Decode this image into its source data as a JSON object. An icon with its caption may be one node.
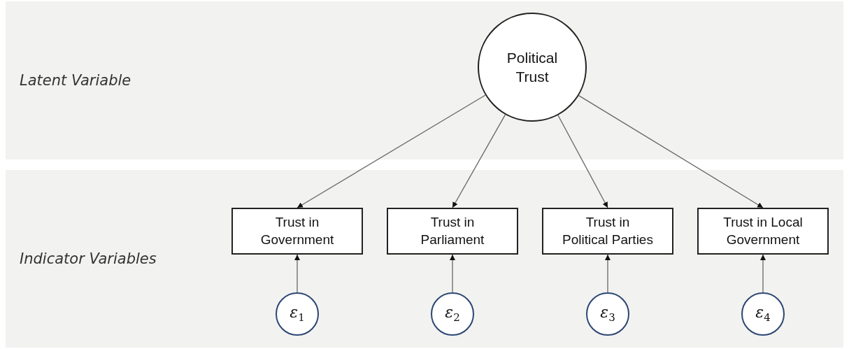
{
  "diagram": {
    "nodes": [
      {
        "text": [
          "Latent Variable"
        ]
      },
      {
        "text": [
          "Political Trust"
        ],
        "in": 0
      },
      {
        "text": [
          "Indicator Variables"
        ]
      },
      {
        "text": [
          "Trust in Government"
        ],
        "in": 2
      },
      {
        "text": [
          "Trust in Parliament"
        ],
        "in": 2
      },
      {
        "text": [
          "Trust in Political Parties"
        ],
        "in": 2
      },
      {
        "text": [
          "Trust in Local Government"
        ],
        "in": 2
      },
      {
        "text": [
          "*ε*$_{1}$"
        ],
        "in": 2
      },
      {
        "text": [
          "*ε*$_{2}$"
        ],
        "in": 2
      },
      {
        "text": [
          "*ε*$_{3}$"
        ],
        "in": 2
      },
      {
        "text": [
          "*ε*$_{4}$"
        ],
        "in": 2
      }
    ],
    "edges": [
      {
        "from": 1,
        "to": 3,
        "arrow": "to"
      },
      {
        "from": 1,
        "to": 4,
        "arrow": "to"
      },
      {
        "from": 1,
        "to": 5,
        "arrow": "to"
      },
      {
        "from": 1,
        "to": 6,
        "arrow": "to"
      },
      {
        "from": 7,
        "to": 3,
        "arrow": "to"
      },
      {
        "from": 8,
        "to": 4,
        "arrow": "to"
      },
      {
        "from": 9,
        "to": 5,
        "arrow": "to"
      },
      {
        "from": 10,
        "to": 6,
        "arrow": "to"
      }
    ]
  }
}
